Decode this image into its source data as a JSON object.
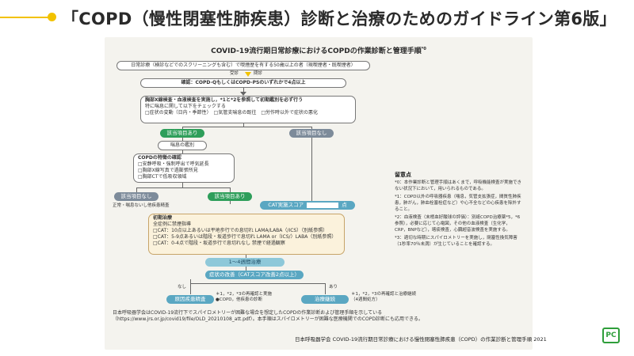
{
  "page": {
    "title": "「COPD（慢性閉塞性肺疾患）診断と治療のためのガイドライン第6版」"
  },
  "diagram": {
    "subtitle": "COVID-19流行期日常診療におけるCOPDの作業診断と管理手順",
    "subtitle_sup": "*0",
    "top_box": "日常診療（検診などでのスクリーニングも含む）で喫煙歴を有する50歳以上の者（現喫煙者・既喫煙者）",
    "consult_left": "受診",
    "consult_right": "問診",
    "confirm_box": "確認：COPD-QもしくはCOPD-PSのいずれかで4点以上",
    "check_box": {
      "line1": "胸部X線検査・血液検査を実施し，*1と*2を参照して初期鑑別を必ず行う",
      "line2": "特に喘息に関して以下をチェックする",
      "line3": "□症状の変動（日内・季節性）　□気管支喘息の既往　□労作時以外で症状の悪化"
    },
    "yes_label": "該当項目あり",
    "no_label": "該当項目なし",
    "asthma_diff": "喘息の鑑別",
    "copd_box": {
      "title": "COPDの特徴の確認",
      "items": [
        "□安静呼吸・強制呼出で呼気延長",
        "□胸部X線写真で過膨張所見",
        "□胸部CTで低吸収領域"
      ]
    },
    "no_item_label": "該当項目なし",
    "no_item_caption": "正常・喘息ないし他疾患精査",
    "yes_item_label": "該当項目あり",
    "cat_label": "CAT実施スコア",
    "cat_unit": "点",
    "treatment_box": {
      "title": "初期治療",
      "line1": "全症例に禁煙指導",
      "line2": "□CAT：10点以上あるいは平地歩行での息切れ LAMA/LABA（/ICS）（別紙参照）",
      "line3": "□CAT：5-9点あるいは階段・坂道歩行で息切れ LAMA or（ICS/）LABA（別紙参照）",
      "line4": "□CAT：0-4点で階段・坂道歩行で息切れなし 禁煙で経過観察"
    },
    "treat_period": "1～4週間治療",
    "improve": "症状の改善（CATスコア改善2点以上）",
    "none_label": "なし",
    "yes_short": "あり",
    "cause_box": "原因疾患精査",
    "cause_notes": [
      "＊1，*2，*3の再確認と実施",
      "●COPD，他疾患の診断"
    ],
    "continue_box": "治療継続",
    "continue_notes": [
      "＊1，*2，*3の再確認と治療継続",
      "（4週間処方）"
    ]
  },
  "notes": {
    "title": "留意点",
    "items": [
      "*0：本作業診断と管理手順はあくまで，呼吸機能検査が実施できない状況下において，用いられるものである。",
      "*1：COPD以外の呼吸器疾患（喘息，気管支拡張症，間質性肺疾患，肺がん，肺血栓塞栓症など）や心不全などの心疾患を除外すること。",
      "*2：血液検査（末梢血好酸球の評価）：別紙COPD治療薬*5，*6参照），必要に応じて心電図，その他の血液検査（生化学，CRP，BNPなど），喀痰検査，心臓超音波検査を実施する。",
      "*3：適切な時期にスパイロメトリーを実施し，閉塞性換気障害（1秒率70％未満）が生じていることを確認する。"
    ]
  },
  "footer": {
    "text1": "日本呼吸器学会はCOVID-19流行下でスパイロメトリーが困難な場合を想定したCOPDの作業診断および管理手順を示している",
    "text2": "（https://www.jrs.or.jp/covid19/file/OLD_20210108_att.pdf）。本手順はスパイロメトリーが困難な医療機関でのCOPD診断にも応用できる。",
    "copyright": "日本呼吸器学会 COVID-19流行期日常診療における慢性閉塞性肺疾患（COPD）の作業診断と管理手順 2021",
    "logo": "PC"
  },
  "colors": {
    "accent_yellow": "#f2c200",
    "green": "#2e9e5a",
    "gray": "#7d8b9a",
    "blue": "#5aa7c2",
    "panel_bg": "#f4f3ee"
  }
}
